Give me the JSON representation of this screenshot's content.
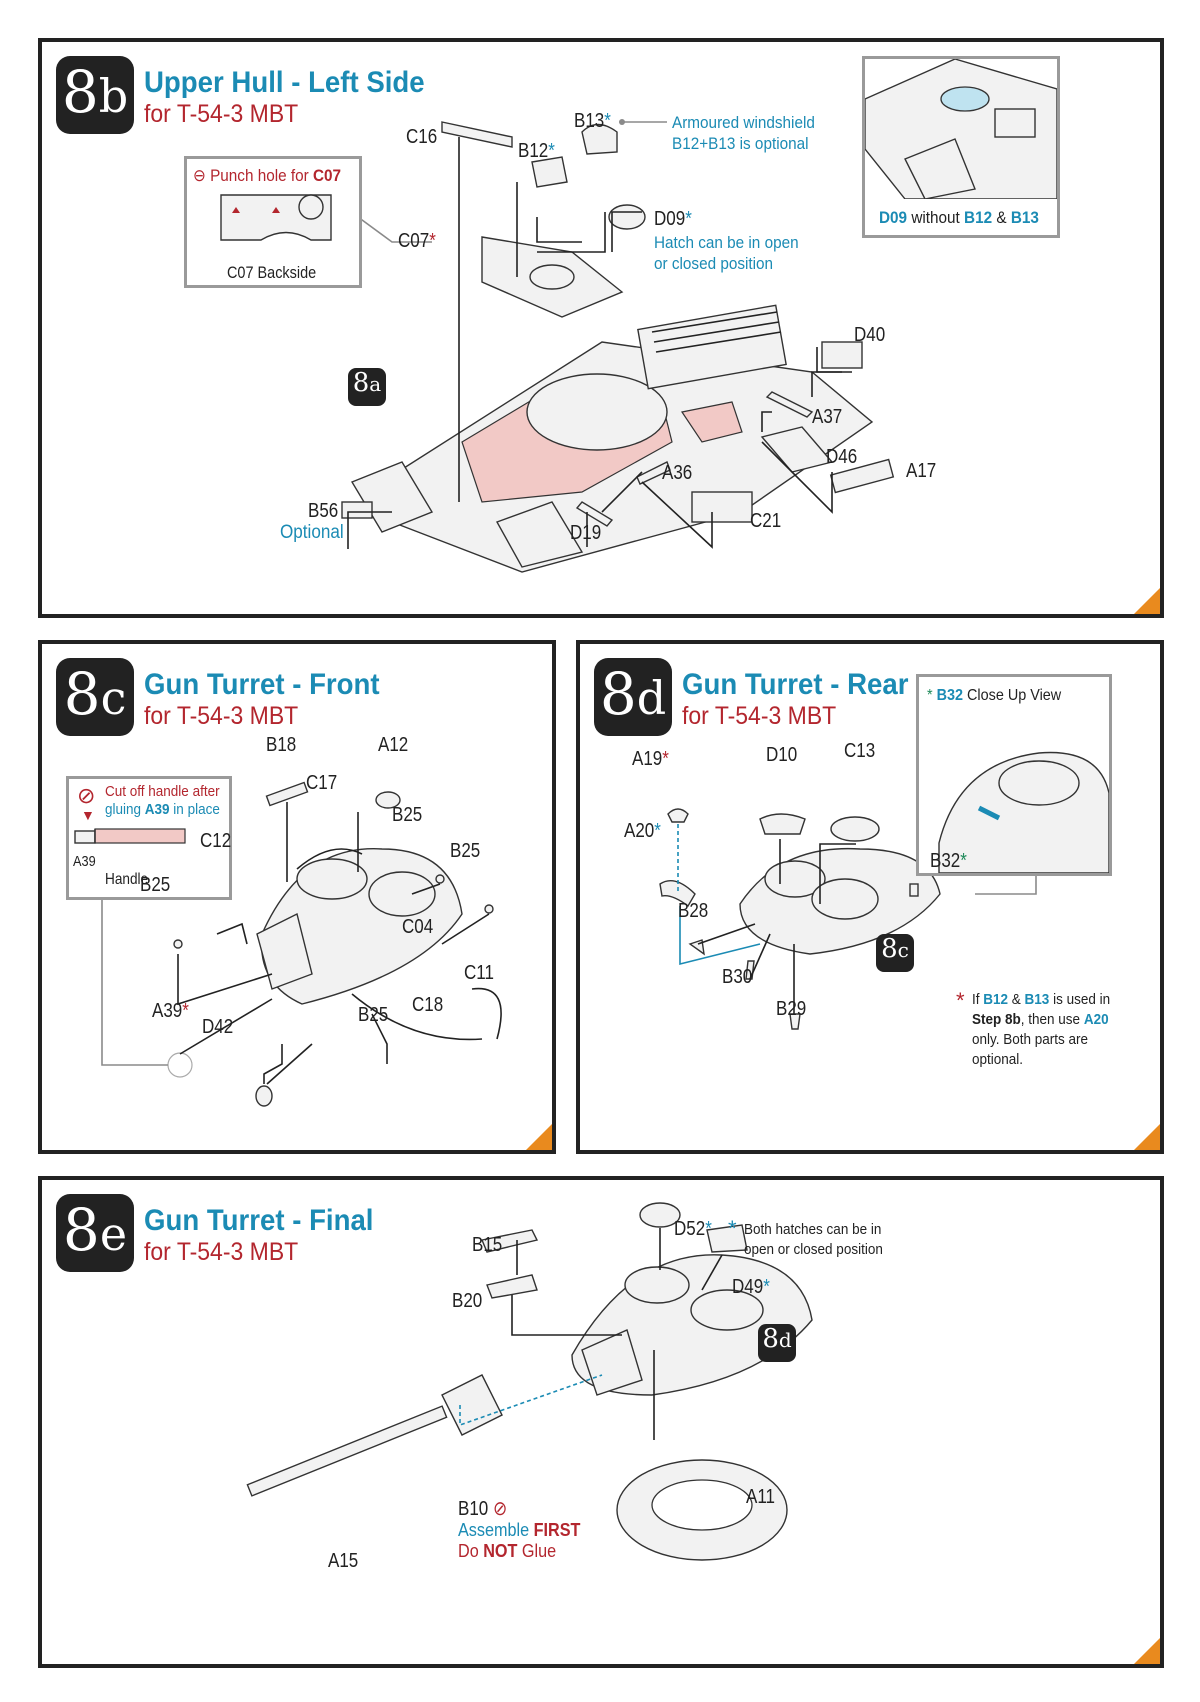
{
  "panel_8b": {
    "step_number": "8",
    "step_letter": "b",
    "title": "Upper Hull - Left Side",
    "subtitle": "for T-54-3 MBT",
    "punch_note": {
      "prefix": "Punch hole for ",
      "part": "C07"
    },
    "backside_label": "C07 Backside",
    "ref_badge": {
      "number": "8",
      "letter": "a"
    },
    "labels": {
      "c16": "C16",
      "b12": "B12",
      "b13": "B13",
      "c07": "C07",
      "d09": "D09",
      "d40": "D40",
      "a37": "A37",
      "d46": "D46",
      "a17": "A17",
      "a36": "A36",
      "c21": "C21",
      "d19": "D19",
      "b56": "B56"
    },
    "asterisk": "*",
    "b56_note": "Optional",
    "windshield_note": [
      "Armoured windshield",
      "B12+B13 is optional"
    ],
    "hatch_note": [
      "Hatch can be in open",
      "or closed position"
    ],
    "inset_caption": {
      "p1": "D09",
      "mid": " without ",
      "p2": "B12",
      "amp": " & ",
      "p3": "B13"
    }
  },
  "panel_8c": {
    "step_number": "8",
    "step_letter": "c",
    "title": "Gun Turret - Front",
    "subtitle": "for T-54-3 MBT",
    "cut_note": {
      "line1": "Cut off handle after",
      "line2_prefix": "gluing ",
      "line2_part": "A39",
      "line2_suffix": " in place"
    },
    "inset_part_label": "A39",
    "inset_handle_label": "Handle",
    "labels": {
      "b18": "B18",
      "a12": "A12",
      "c17": "C17",
      "b25a": "B25",
      "c12": "C12",
      "b25b": "B25",
      "b25c": "B25",
      "c04": "C04",
      "c11": "C11",
      "a39": "A39",
      "d42": "D42",
      "b25d": "B25",
      "c18": "C18"
    }
  },
  "panel_8d": {
    "step_number": "8",
    "step_letter": "d",
    "title": "Gun Turret - Rear",
    "subtitle": "for T-54-3 MBT",
    "closeup": {
      "part": "B32",
      "text": " Close Up View"
    },
    "ref_badge": {
      "number": "8",
      "letter": "c"
    },
    "labels": {
      "a19": "A19",
      "d10": "D10",
      "c13": "C13",
      "a20": "A20",
      "b32": "B32",
      "b28": "B28",
      "b30": "B30",
      "b29": "B29"
    },
    "footnote": {
      "if": "If ",
      "b12": "B12",
      "amp": " & ",
      "b13": "B13",
      "used": " is used in",
      "step": "Step 8b",
      "then": ", then use ",
      "a20": "A20",
      "line3": "only.  Both parts are",
      "line4": "optional."
    }
  },
  "panel_8e": {
    "step_number": "8",
    "step_letter": "e",
    "title": "Gun Turret - Final",
    "subtitle": "for T-54-3 MBT",
    "ref_badge": {
      "number": "8",
      "letter": "d"
    },
    "hatch_note": [
      "Both hatches can be in",
      "open or closed position"
    ],
    "labels": {
      "b15": "B15",
      "d52": "D52",
      "d49": "D49",
      "b20": "B20",
      "a11": "A11",
      "b10": "B10",
      "a15": "A15"
    },
    "b10_note": {
      "assemble": "Assemble ",
      "first": "FIRST",
      "do": "Do ",
      "not": "NOT",
      "glue": " Glue"
    }
  }
}
